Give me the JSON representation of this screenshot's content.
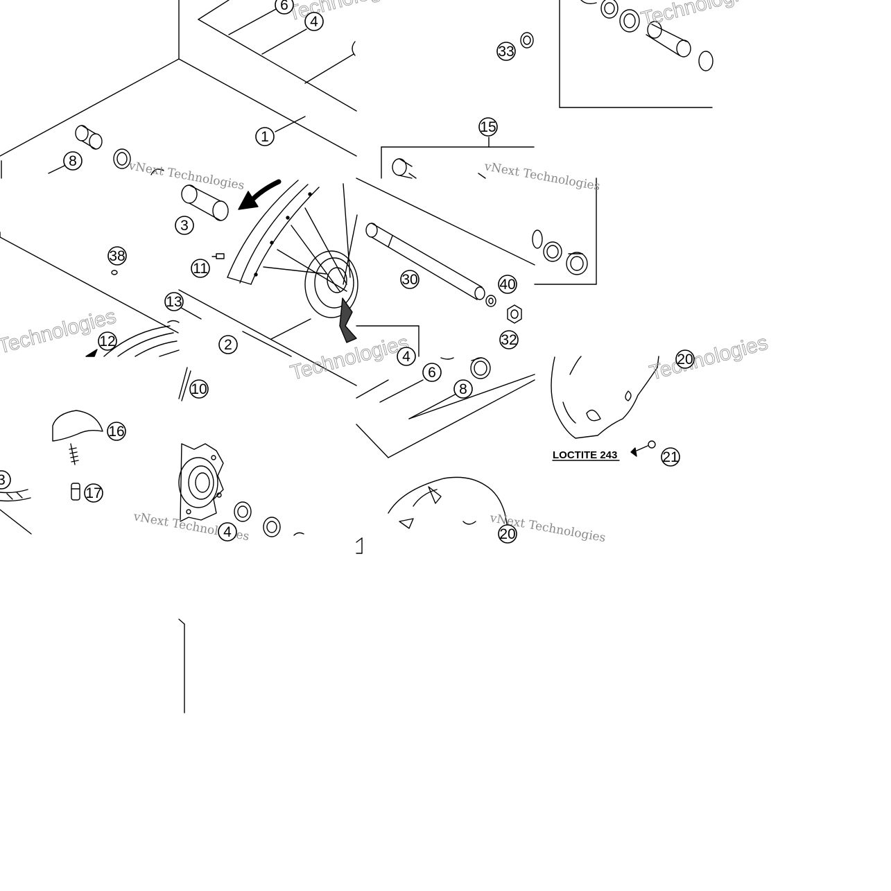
{
  "diagram": {
    "callouts": {
      "c1": "1",
      "c2": "2",
      "c3": "3",
      "c4": "4",
      "c6": "6",
      "c8": "8",
      "c10": "10",
      "c11": "11",
      "c12": "12",
      "c13": "13",
      "c15": "15",
      "c16": "16",
      "c17": "17",
      "c20": "20",
      "c21": "21",
      "c30": "30",
      "c32": "32",
      "c33": "33",
      "c38": "38",
      "c40": "40"
    },
    "note_loctite": "LOCTITE 243",
    "watermark": {
      "brand": "vNext Technologies",
      "word": "Technologies"
    }
  }
}
